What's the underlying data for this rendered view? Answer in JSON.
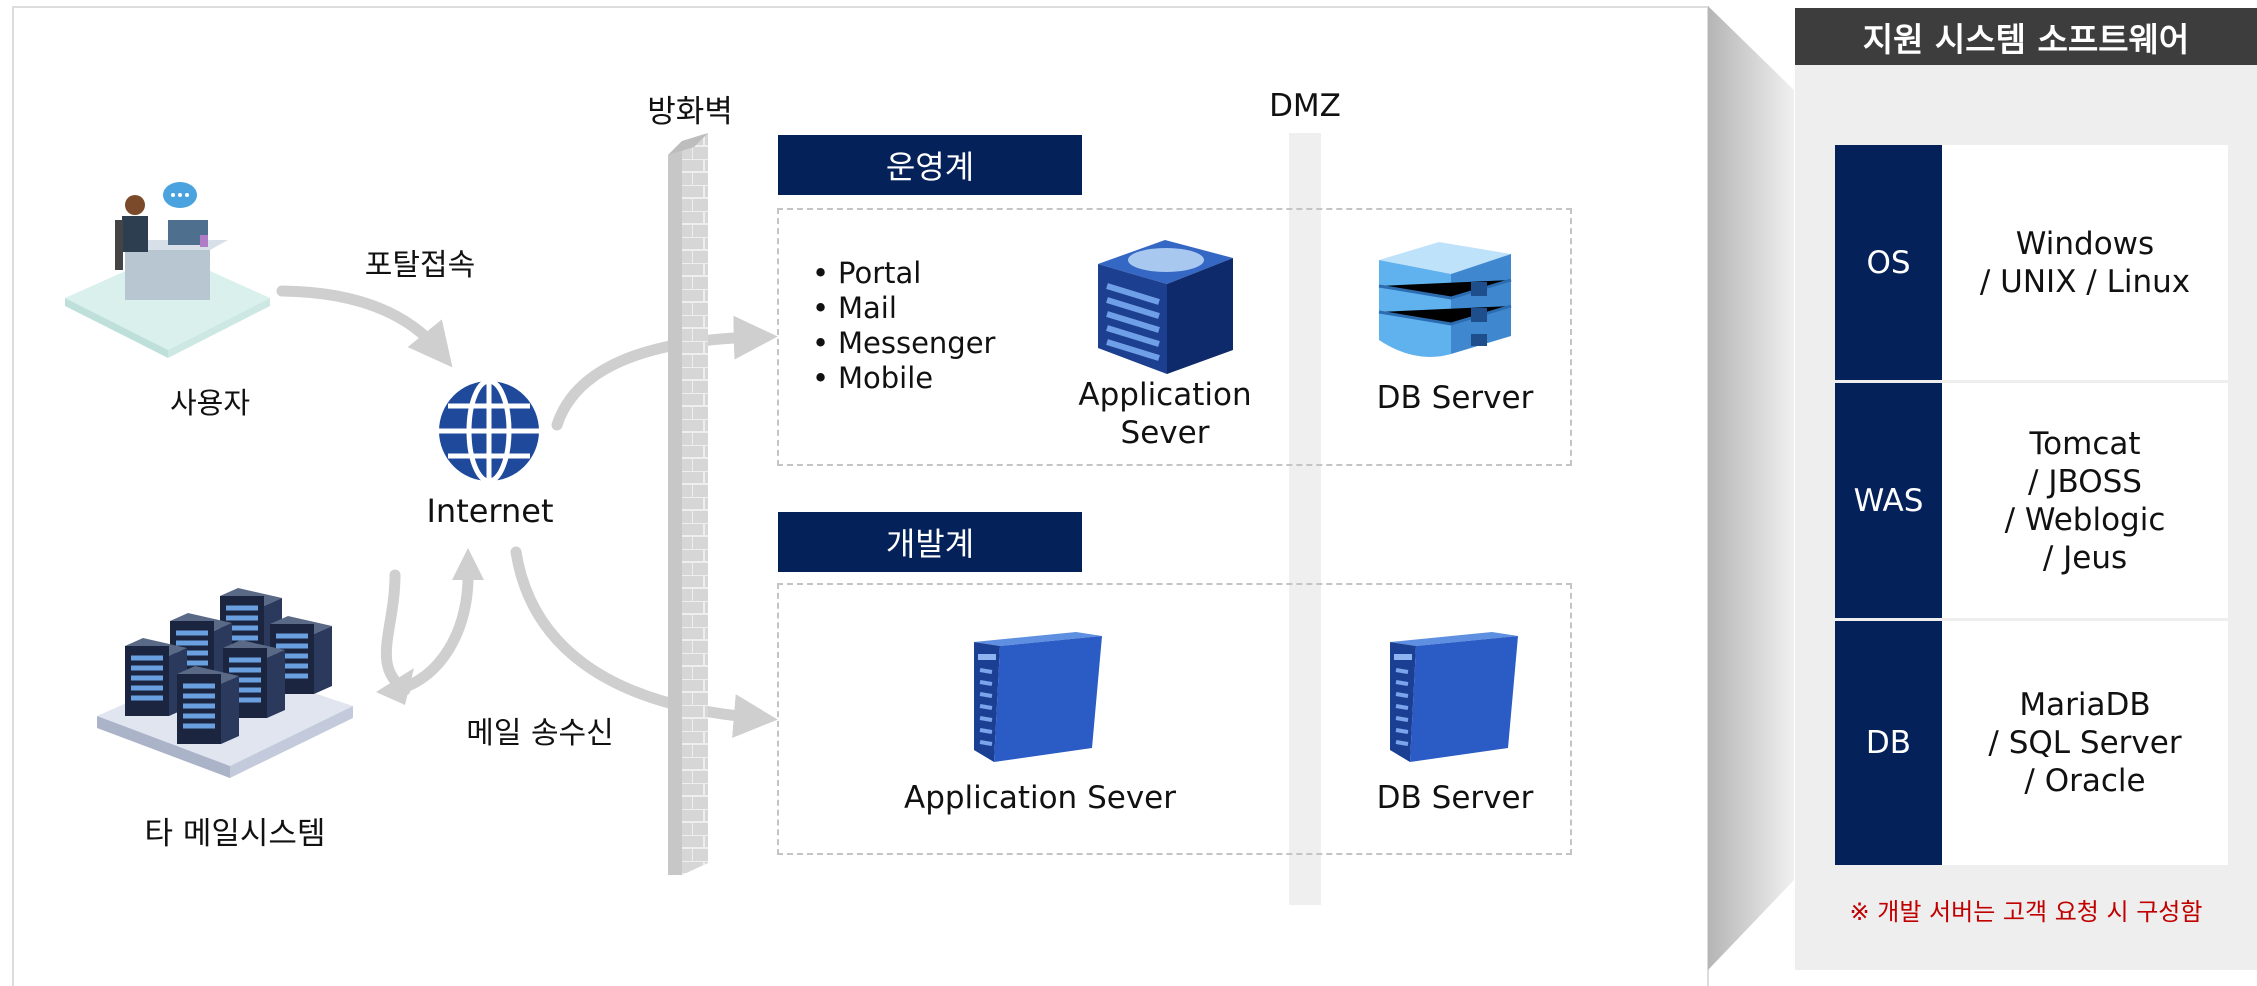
{
  "diagram": {
    "firewall_label": "방화벽",
    "dmz_label": "DMZ",
    "user_label": "사용자",
    "portal_access_label": "포탈접속",
    "internet_label": "Internet",
    "mail_label": "메일 송수신",
    "other_mail_label": "타 메일시스템",
    "production": {
      "title": "운영계",
      "services": [
        "Portal",
        "Mail",
        "Messenger",
        "Mobile"
      ],
      "app_server_label": "Application\nSever",
      "db_server_label": "DB Server"
    },
    "development": {
      "title": "개발계",
      "app_server_label": "Application Sever",
      "db_server_label": "DB Server"
    }
  },
  "panel": {
    "title": "지원 시스템 소프트웨어",
    "rows": [
      {
        "key": "OS",
        "value": "Windows\n/ UNIX / Linux"
      },
      {
        "key": "WAS",
        "value": "Tomcat\n/ JBOSS\n/ Weblogic\n/ Jeus"
      },
      {
        "key": "DB",
        "value": "MariaDB\n/ SQL Server\n/ Oracle"
      }
    ],
    "note": "※ 개발 서버는 고객 요청 시 구성함"
  },
  "colors": {
    "navy": "#05215a",
    "server_blue": "#1f4a9c",
    "arrow_gray": "#cfcfcf",
    "note_red": "#c00000"
  }
}
